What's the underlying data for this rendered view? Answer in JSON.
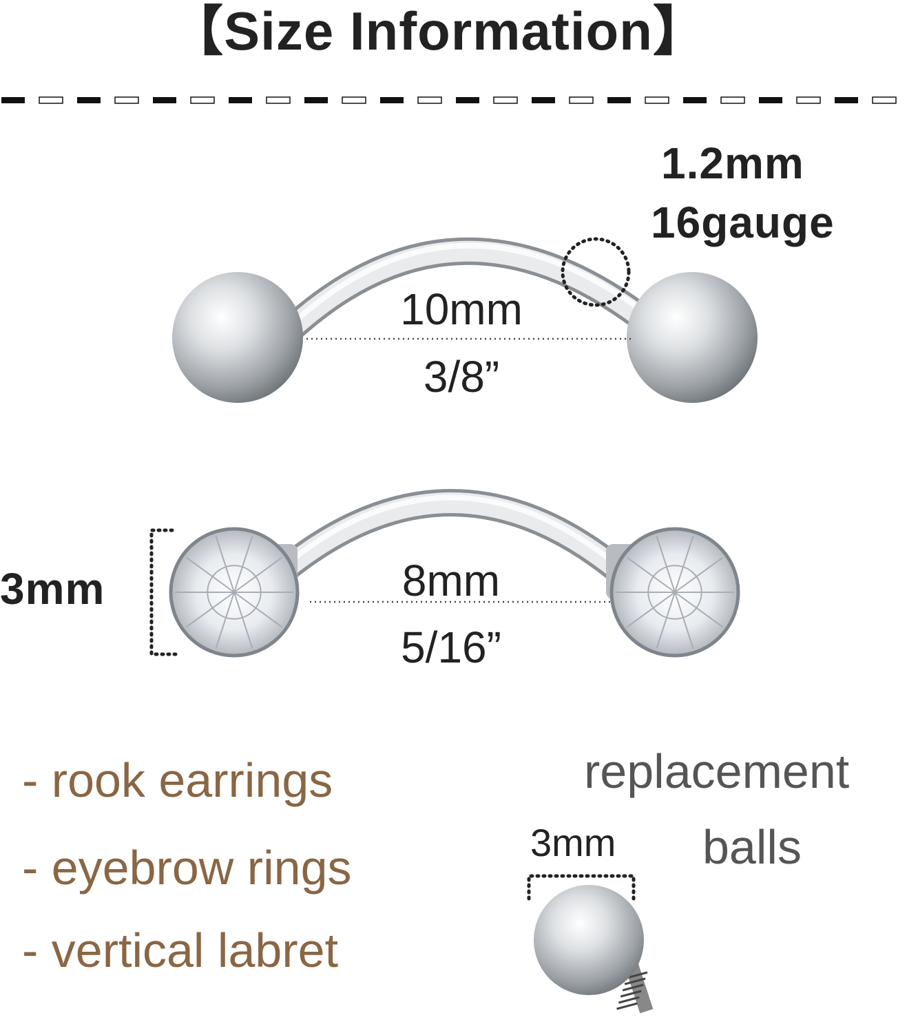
{
  "header": {
    "title": "【Size Information】"
  },
  "bar_top": {
    "gauge_mm": "1.2mm",
    "gauge_label": "16gauge",
    "length_mm": "10mm",
    "length_in": "3/8”"
  },
  "bar_bottom": {
    "stone_size": "3mm",
    "length_mm": "8mm",
    "length_in": "5/16”"
  },
  "uses": [
    "- rook earrings",
    "- eyebrow rings",
    "- vertical labret"
  ],
  "replacement": {
    "line1": "replacement",
    "line2": "balls",
    "size": "3mm"
  },
  "colors": {
    "uses_text": "#8a6644",
    "replacement_text": "#555555",
    "metal": "#c9ccd0"
  }
}
